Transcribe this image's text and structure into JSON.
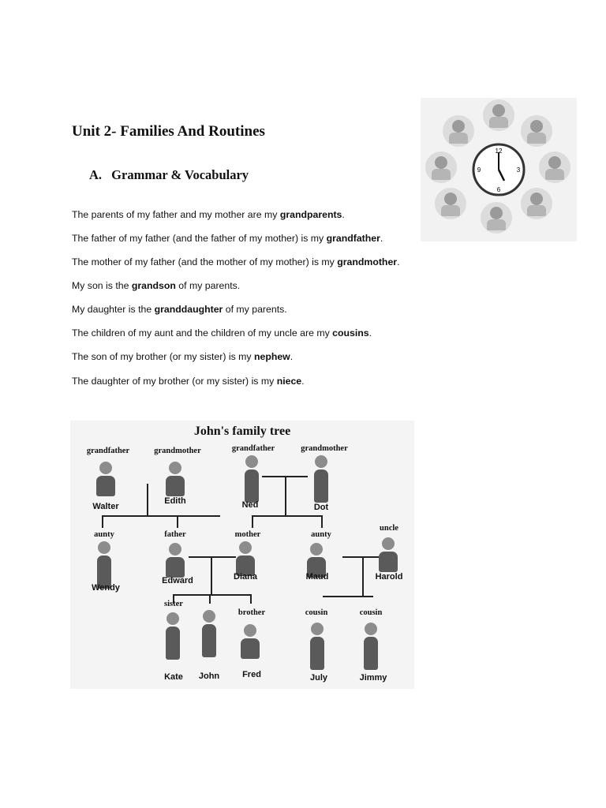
{
  "title": "Unit 2- Families And Routines",
  "section": {
    "number": "A.",
    "heading": "Grammar & Vocabulary"
  },
  "sentences": [
    {
      "before": "The parents of my father and my mother are my ",
      "bold": "grandparents",
      "after": "."
    },
    {
      "before": "The father of my father (and the father of my mother) is my ",
      "bold": "grandfather",
      "after": "."
    },
    {
      "before": "The mother of my father (and the mother of my mother) is my ",
      "bold": "grandmother",
      "after": "."
    },
    {
      "before": "My son is the ",
      "bold": "grandson",
      "after": " of my parents."
    },
    {
      "before": "My daughter is the ",
      "bold": "granddaughter",
      "after": " of my parents."
    },
    {
      "before": "The children of my aunt and the children of my uncle are my ",
      "bold": "cousins",
      "after": "."
    },
    {
      "before": "The son of my brother (or my sister) is my ",
      "bold": "nephew",
      "after": "."
    },
    {
      "before": "The daughter of my brother (or my sister) is my ",
      "bold": "niece",
      "after": "."
    }
  ],
  "routine_image": {
    "clock_numbers": [
      "12",
      "3",
      "6",
      "9"
    ]
  },
  "family_tree": {
    "title": "John's family tree",
    "members": [
      {
        "role": "grandfather",
        "name": "Walter"
      },
      {
        "role": "grandmother",
        "name": "Edith"
      },
      {
        "role": "grandfather",
        "name": "Ned"
      },
      {
        "role": "grandmother",
        "name": "Dot"
      },
      {
        "role": "aunty",
        "name": "Wendy"
      },
      {
        "role": "father",
        "name": "Edward"
      },
      {
        "role": "mother",
        "name": "Diana"
      },
      {
        "role": "aunty",
        "name": "Maud"
      },
      {
        "role": "uncle",
        "name": "Harold"
      },
      {
        "role": "sister",
        "name": "Kate"
      },
      {
        "role": "",
        "name": "John"
      },
      {
        "role": "brother",
        "name": "Fred"
      },
      {
        "role": "cousin",
        "name": "July"
      },
      {
        "role": "cousin",
        "name": "Jimmy"
      }
    ]
  }
}
